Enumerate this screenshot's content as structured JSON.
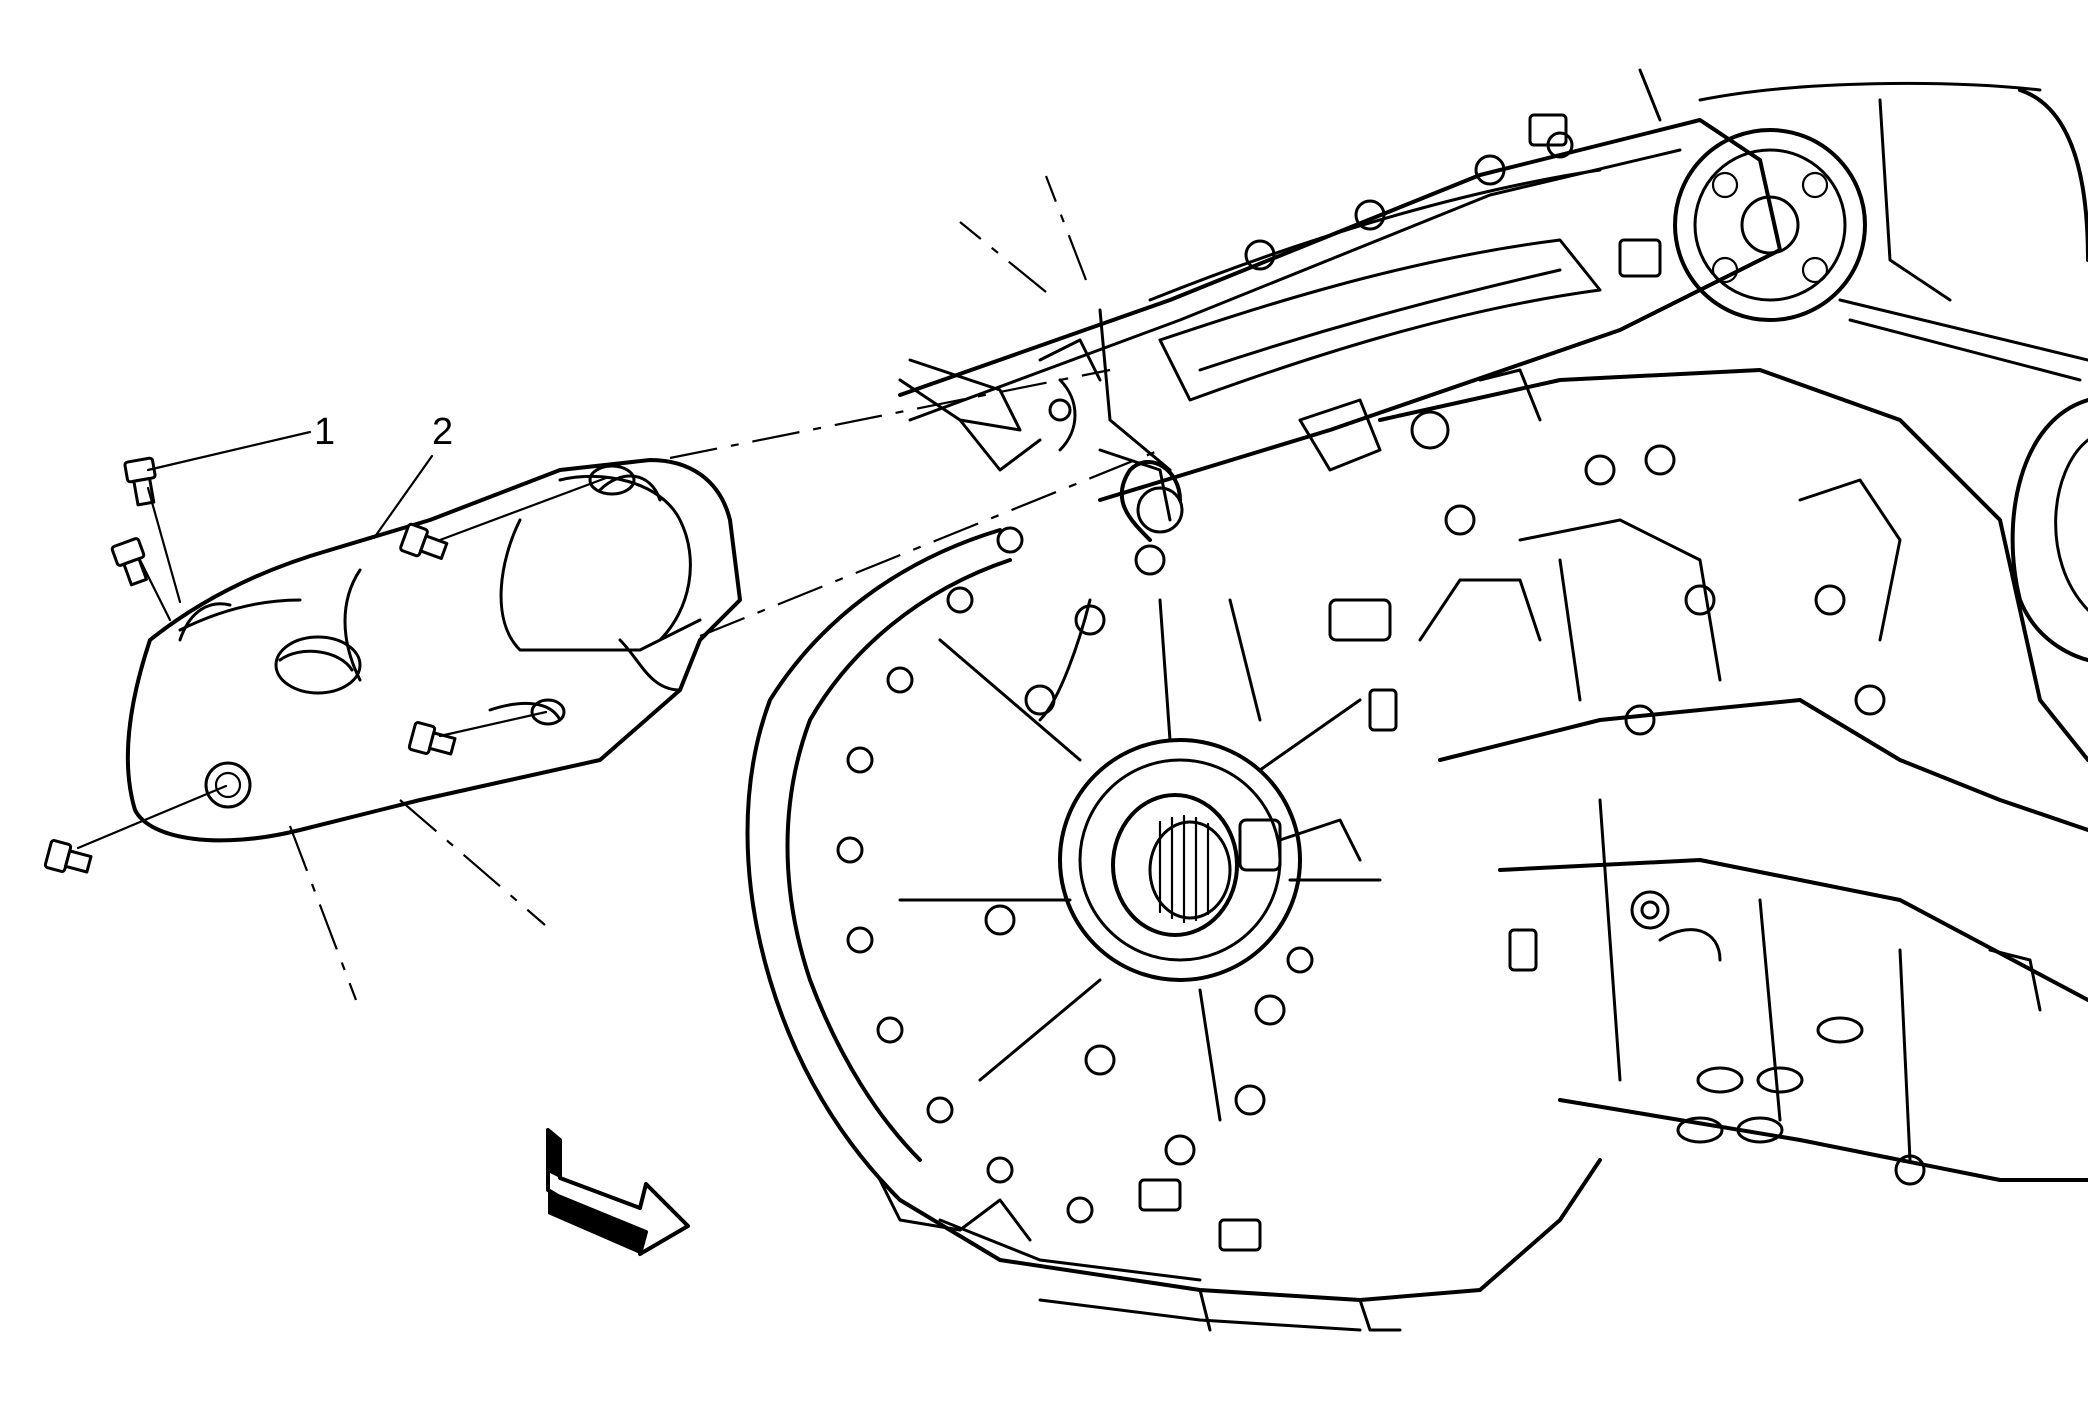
{
  "callouts": [
    {
      "id": "1",
      "label": "1"
    },
    {
      "id": "2",
      "label": "2"
    }
  ],
  "colors": {
    "line": "#000000",
    "background": "#ffffff"
  },
  "icons": [
    "view-direction-arrow-icon",
    "bolt-icon"
  ]
}
